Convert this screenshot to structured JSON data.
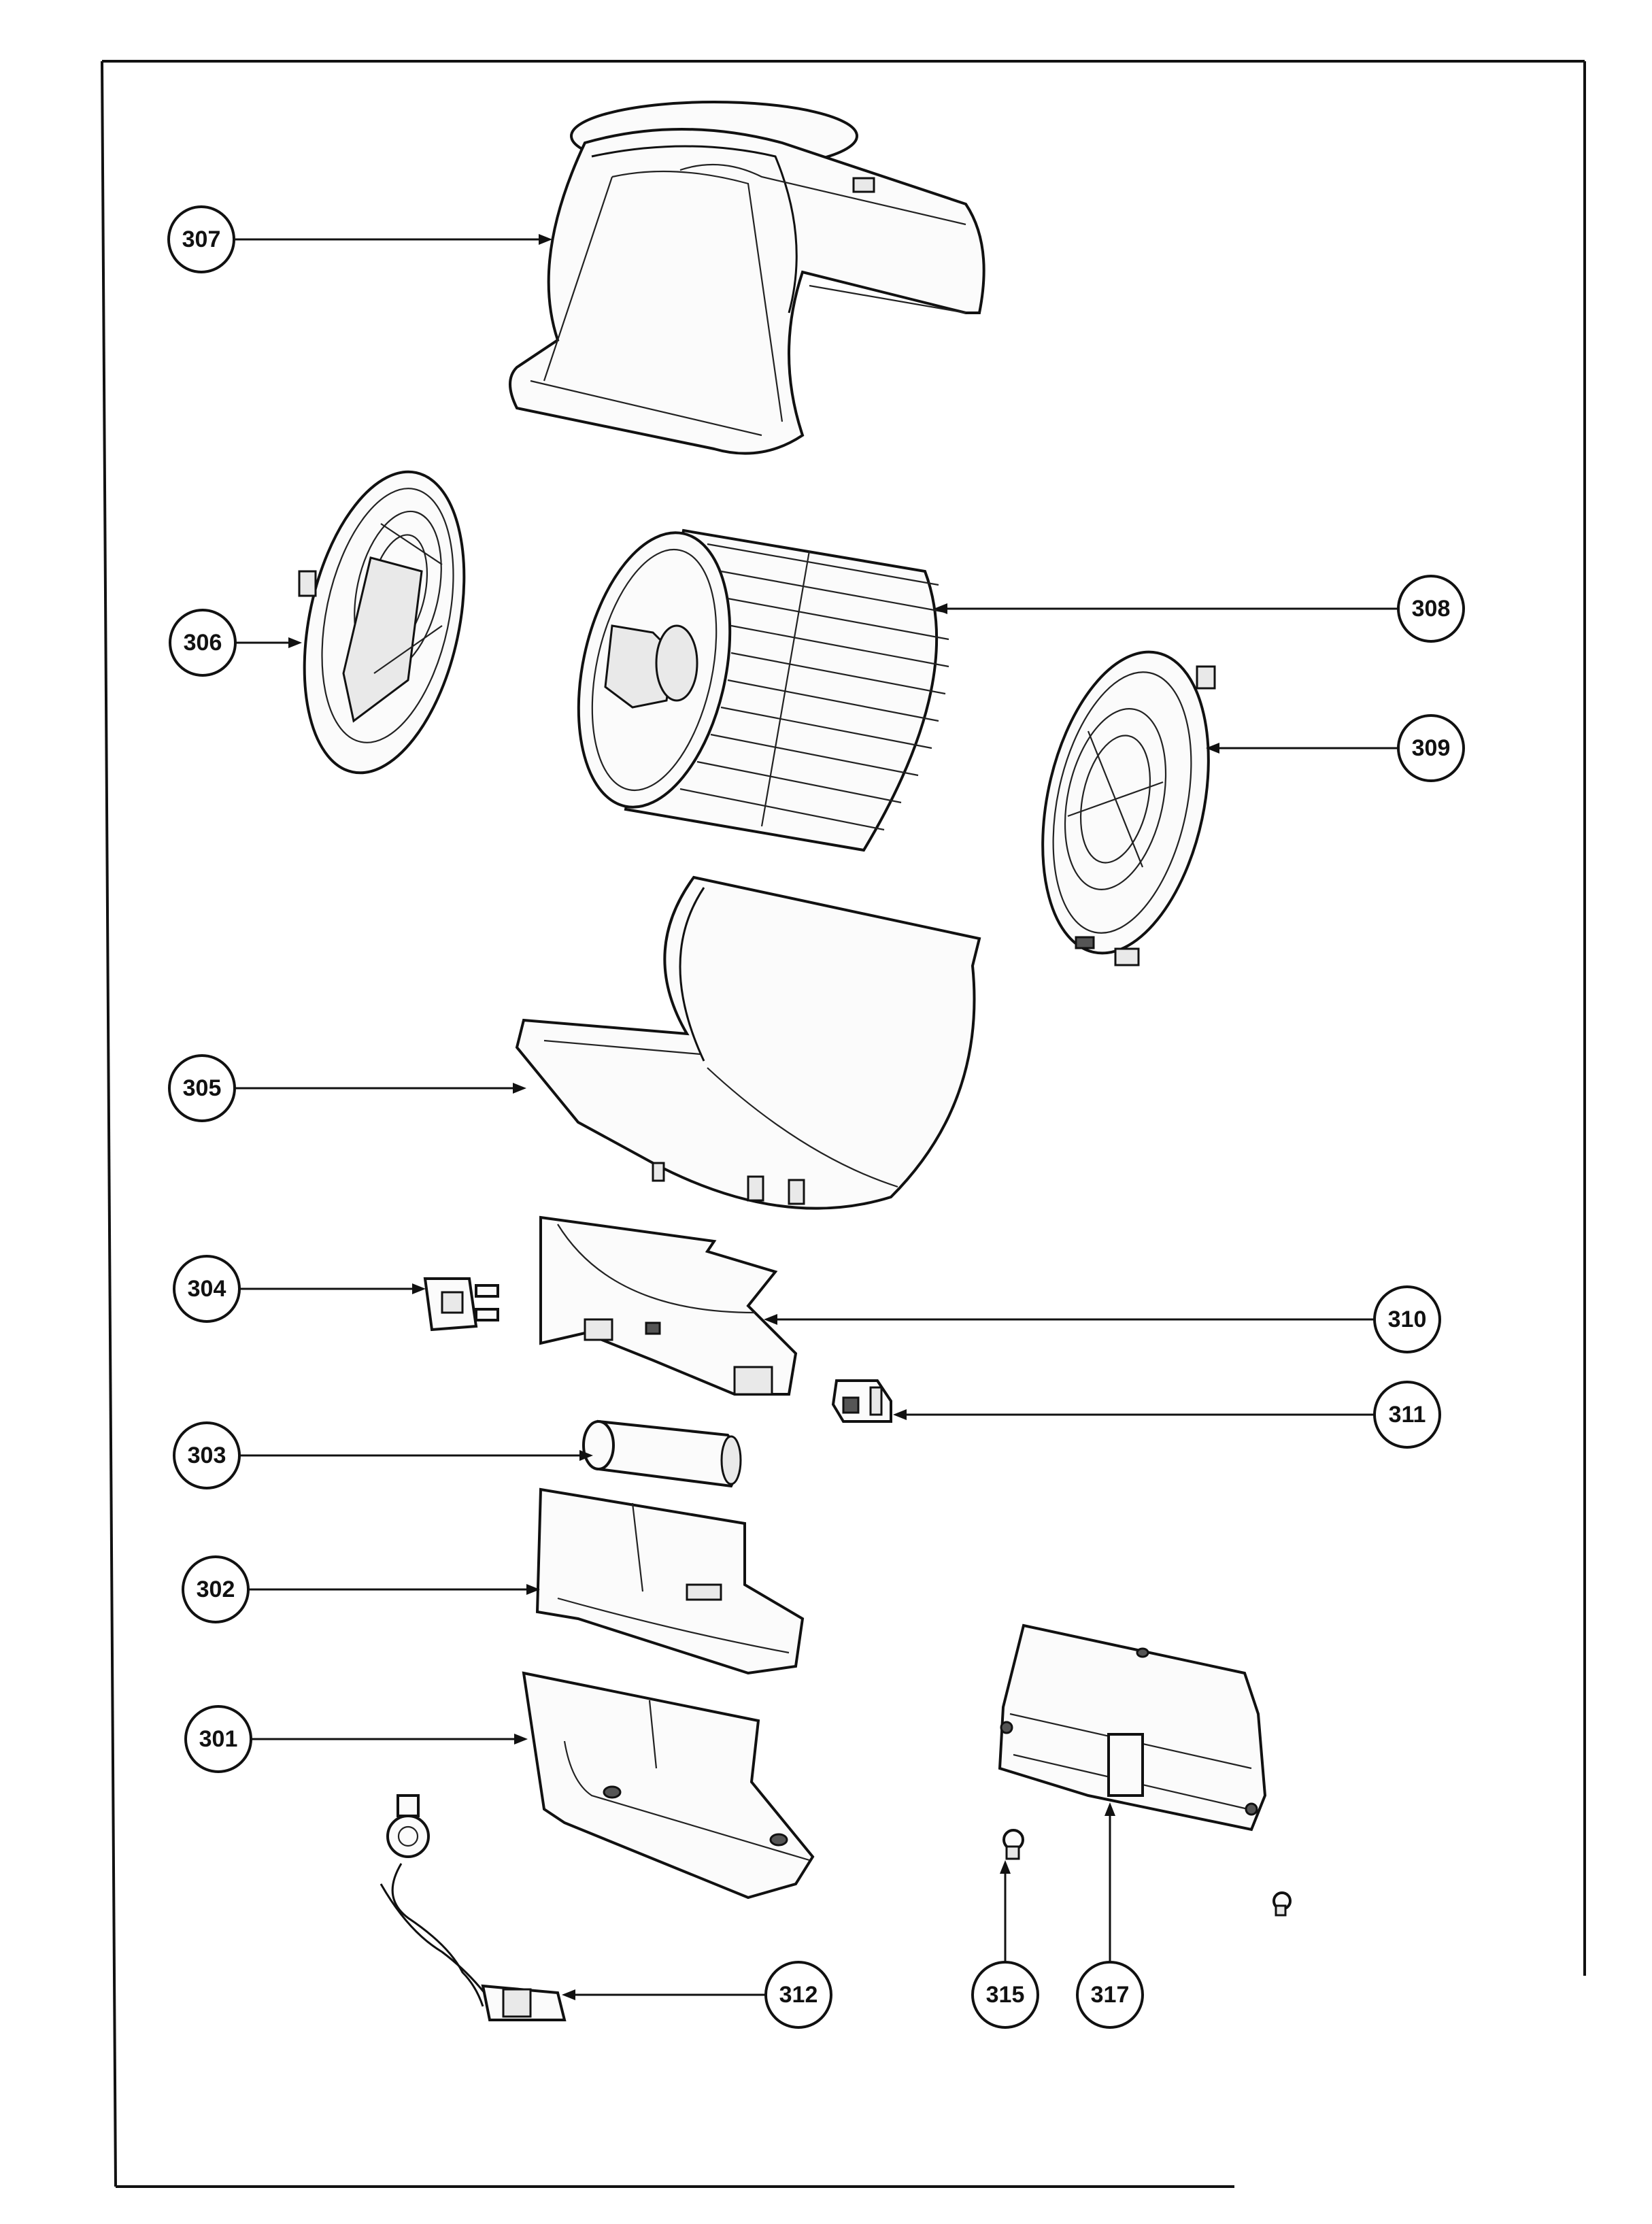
{
  "callouts": [
    {
      "id": "c307",
      "label": "307"
    },
    {
      "id": "c306",
      "label": "306"
    },
    {
      "id": "c308",
      "label": "308"
    },
    {
      "id": "c309",
      "label": "309"
    },
    {
      "id": "c305",
      "label": "305"
    },
    {
      "id": "c304",
      "label": "304"
    },
    {
      "id": "c310",
      "label": "310"
    },
    {
      "id": "c311",
      "label": "311"
    },
    {
      "id": "c303",
      "label": "303"
    },
    {
      "id": "c302",
      "label": "302"
    },
    {
      "id": "c301",
      "label": "301"
    },
    {
      "id": "c312",
      "label": "312"
    },
    {
      "id": "c315",
      "label": "315"
    },
    {
      "id": "c317",
      "label": "317"
    }
  ]
}
